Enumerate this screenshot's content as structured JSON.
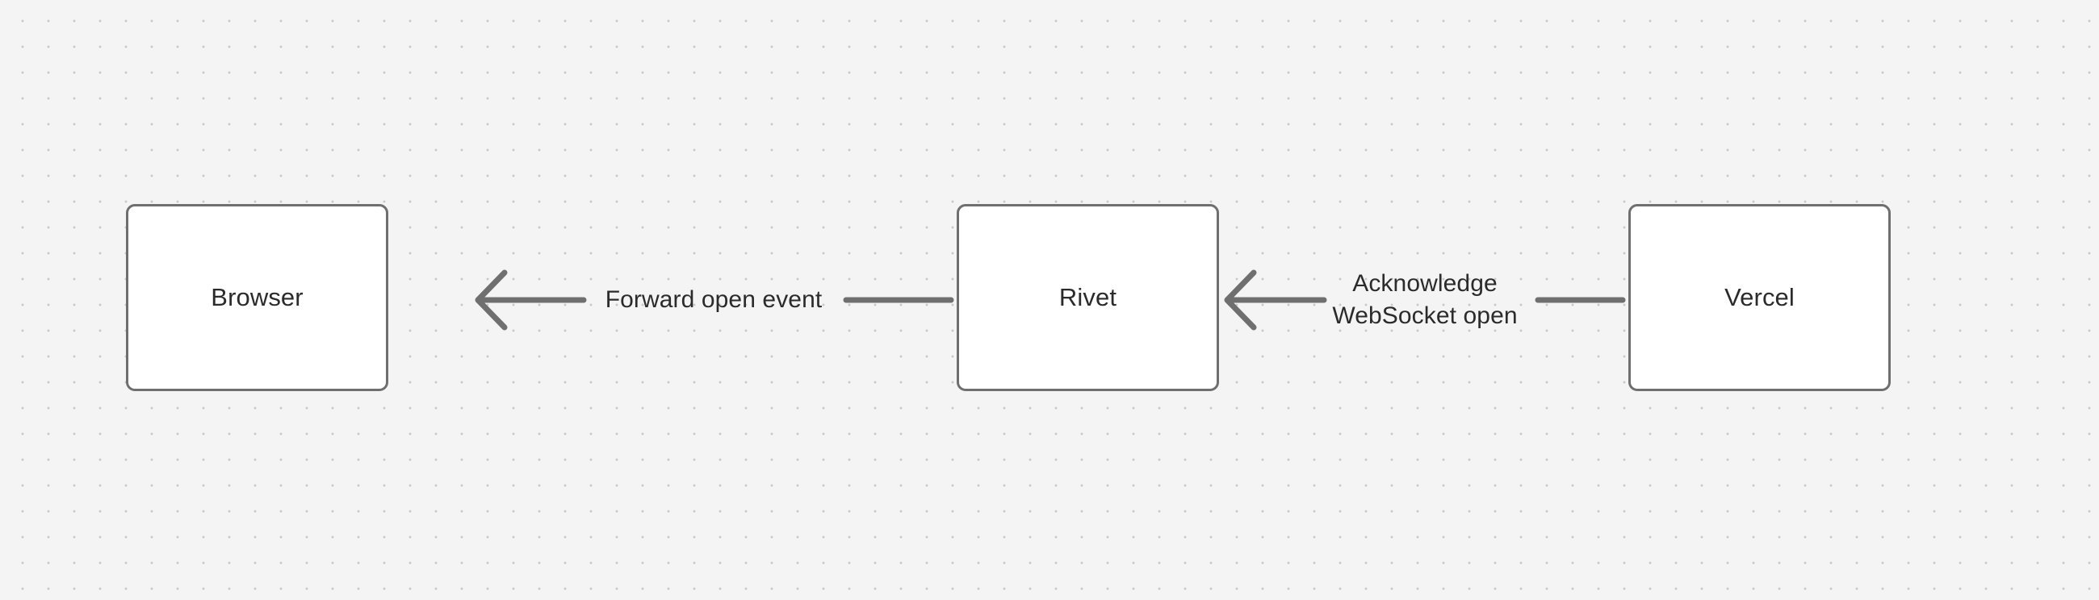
{
  "diagram": {
    "type": "flow",
    "orientation": "right-to-left",
    "background": "#f4f4f4",
    "grid": "dotted",
    "nodes": [
      {
        "id": "browser",
        "label": "Browser"
      },
      {
        "id": "rivet",
        "label": "Rivet"
      },
      {
        "id": "vercel",
        "label": "Vercel"
      }
    ],
    "edges": [
      {
        "id": "edge-1",
        "from": "rivet",
        "to": "browser",
        "direction": "left",
        "label_lines": [
          "Forward open event"
        ],
        "label": "Forward open event"
      },
      {
        "id": "edge-2",
        "from": "vercel",
        "to": "rivet",
        "direction": "left",
        "label_lines": [
          "Acknowledge",
          "WebSocket open"
        ],
        "label": "Acknowledge\nWebSocket open"
      }
    ],
    "colors": {
      "background": "#f4f4f4",
      "grid_dot": "#c9c9cb",
      "node_fill": "#ffffff",
      "node_border": "#706f6f",
      "edge_stroke": "#706f6f",
      "text": "#2b2b2b"
    }
  }
}
